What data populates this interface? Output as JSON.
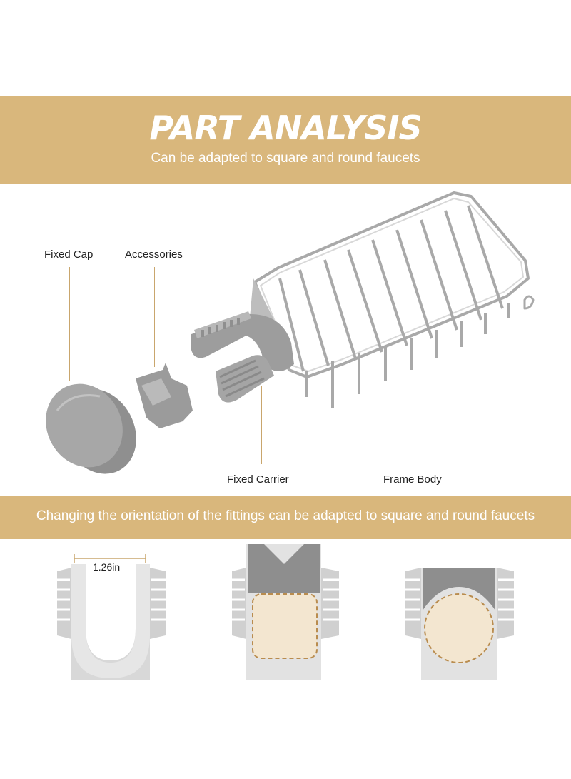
{
  "header": {
    "title": "PART ANALYSIS",
    "subtitle": "Can be adapted to square and round faucets"
  },
  "parts": {
    "fixed_cap": "Fixed Cap",
    "accessories": "Accessories",
    "fixed_carrier": "Fixed Carrier",
    "frame_body": "Frame Body"
  },
  "orientation_banner": {
    "text": "Changing the orientation of the fittings can be adapted to square and round faucets"
  },
  "measurement": "1.26in",
  "colors": {
    "banner": "#d9b77c",
    "part_gray": "#9a9a9a",
    "faucet_fill": "#f3e6d0",
    "dashed_outline": "#b98c4e"
  }
}
